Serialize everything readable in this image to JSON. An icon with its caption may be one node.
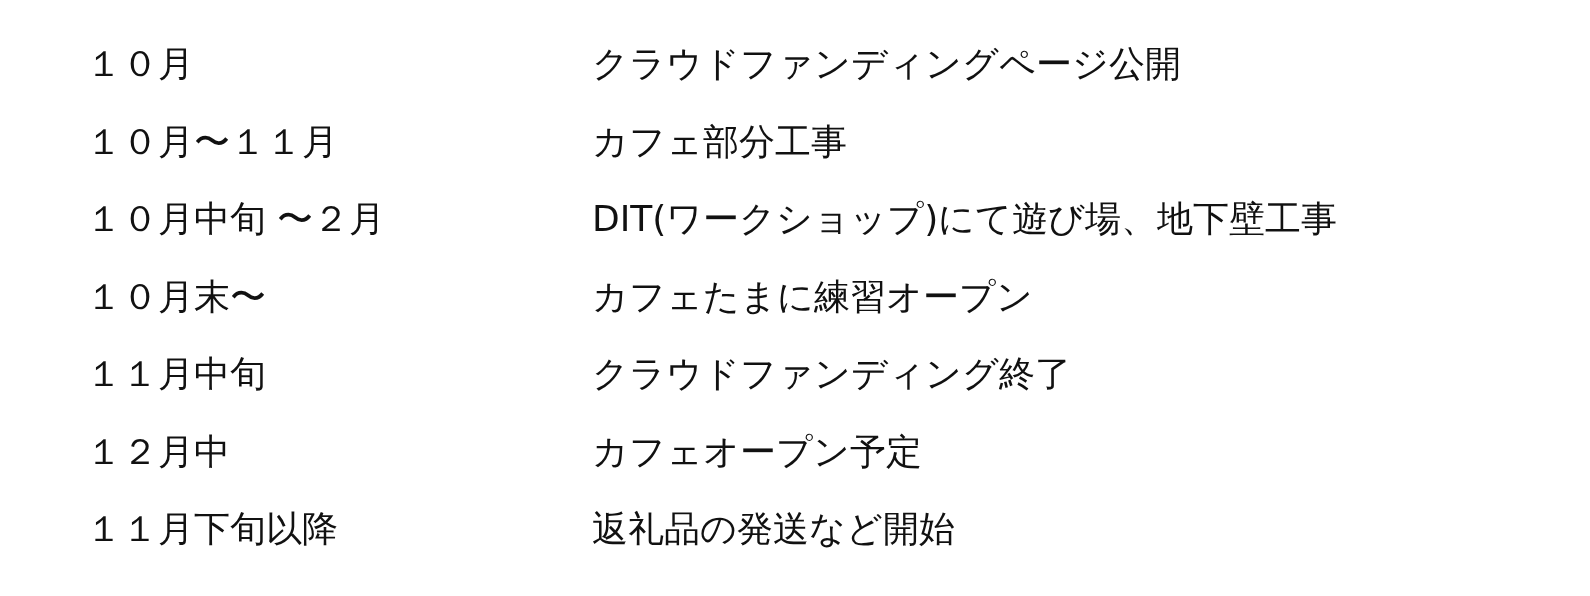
{
  "diagram": {
    "labels": [
      "１０月",
      "クラウドファンディングページ公開",
      "１０月〜１１月",
      "カフェ部分工事",
      "１０月中旬 〜２月",
      "DIT(ワークショップ)にて遊び場、地下壁工事",
      "１０月末〜",
      "カフェたまに練習オープン",
      "１１月中旬",
      "クラウドファンディング終了",
      "１２月中",
      "カフェオープン予定",
      "１１月下旬以降",
      "返礼品の発送など開始"
    ]
  }
}
